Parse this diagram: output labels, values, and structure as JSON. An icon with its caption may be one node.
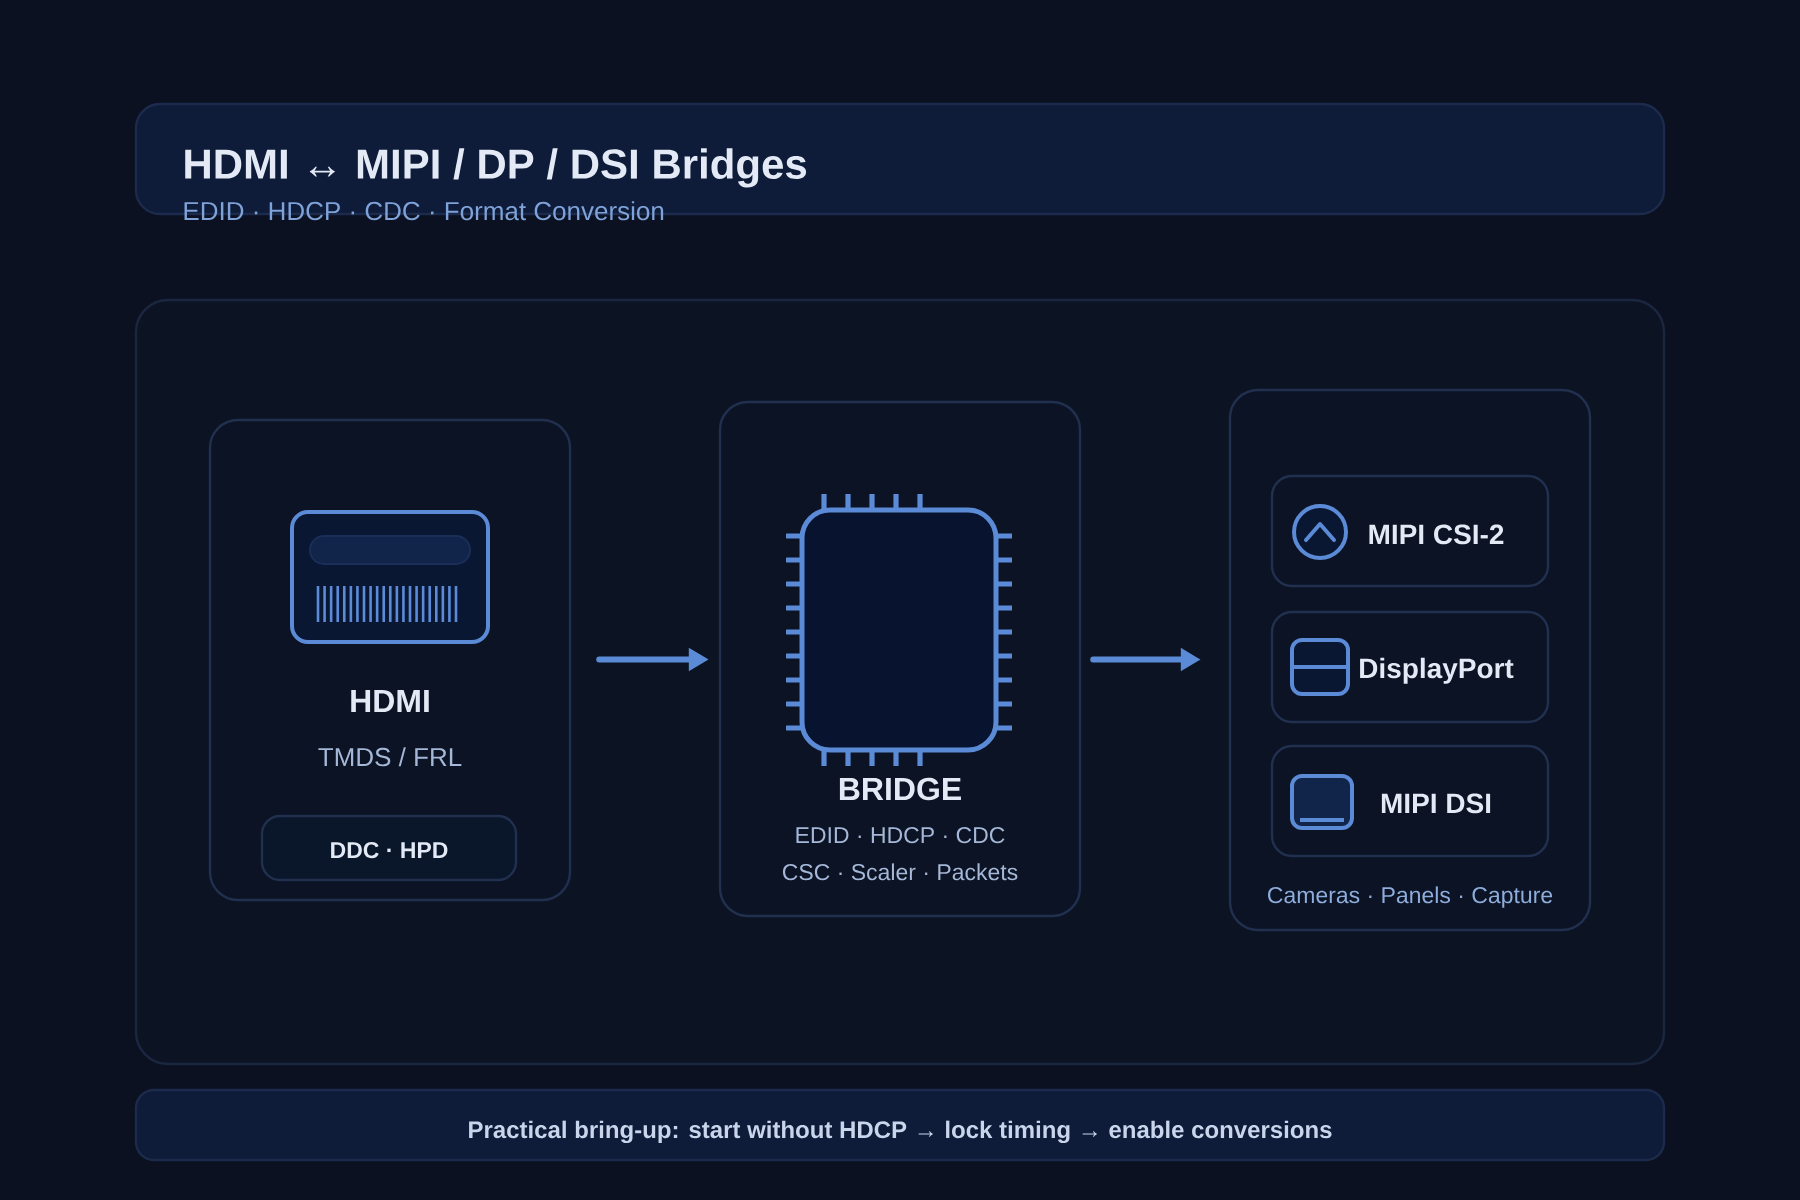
{
  "diagram": {
    "title": "HDMI ↔ MIPI / DP / DSI Bridges",
    "nodes": [
      {
        "text": [],
        "shape": "box"
      },
      {
        "text": [
          "HDMI",
          "TMDS / FRL"
        ],
        "in": 0
      },
      {
        "text": [
          "DDC · HPD"
        ],
        "in": 1
      },
      {
        "text": [
          "BRIDGE",
          "EDID · HDCP · CDC",
          "CSC · Scaler · Packets"
        ],
        "in": 0
      },
      {
        "text": [
          "Cameras · Panels · Capture"
        ],
        "in": 0
      },
      {
        "text": [
          "MIPI CSI-2"
        ],
        "in": 4
      },
      {
        "text": [
          "DisplayPort"
        ],
        "in": 4
      },
      {
        "text": [
          "MIPI DSI"
        ],
        "in": 4
      },
      {
        "text": [
          "Practical bring-up: start without HDCP → lock timing → enable conversions"
        ]
      }
    ],
    "edges": [
      {
        "from": 1,
        "to": 3,
        "arrow": "to"
      },
      {
        "from": 3,
        "to": 4,
        "arrow": "to"
      }
    ],
    "labels": [
      "EDID · HDCP · CDC · Format Conversion"
    ]
  }
}
